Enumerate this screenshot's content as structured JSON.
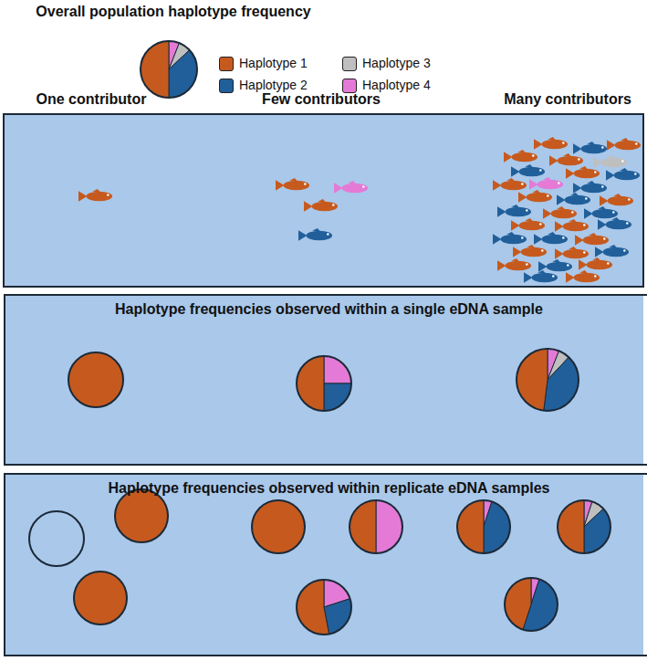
{
  "diagram": {
    "title": "Overall population haplotype frequency",
    "nodes": [
      {
        "text": [
          "Haplotype frequencies observed within a single eDNA sample"
        ]
      },
      {
        "text": [
          "Haplotype frequencies observed within replicate eDNA samples"
        ]
      }
    ],
    "labels": [
      "One contributor",
      "Few contributors",
      "Many contributors"
    ],
    "legend": [
      {
        "text": "Haplotype 1",
        "color": "#c65a1e"
      },
      {
        "text": "Haplotype 3",
        "color": "#bfbfbf"
      },
      {
        "text": "Haplotype 2",
        "color": "#215f9a"
      },
      {
        "text": "Haplotype 4",
        "color": "#e47ad6"
      }
    ]
  }
}
